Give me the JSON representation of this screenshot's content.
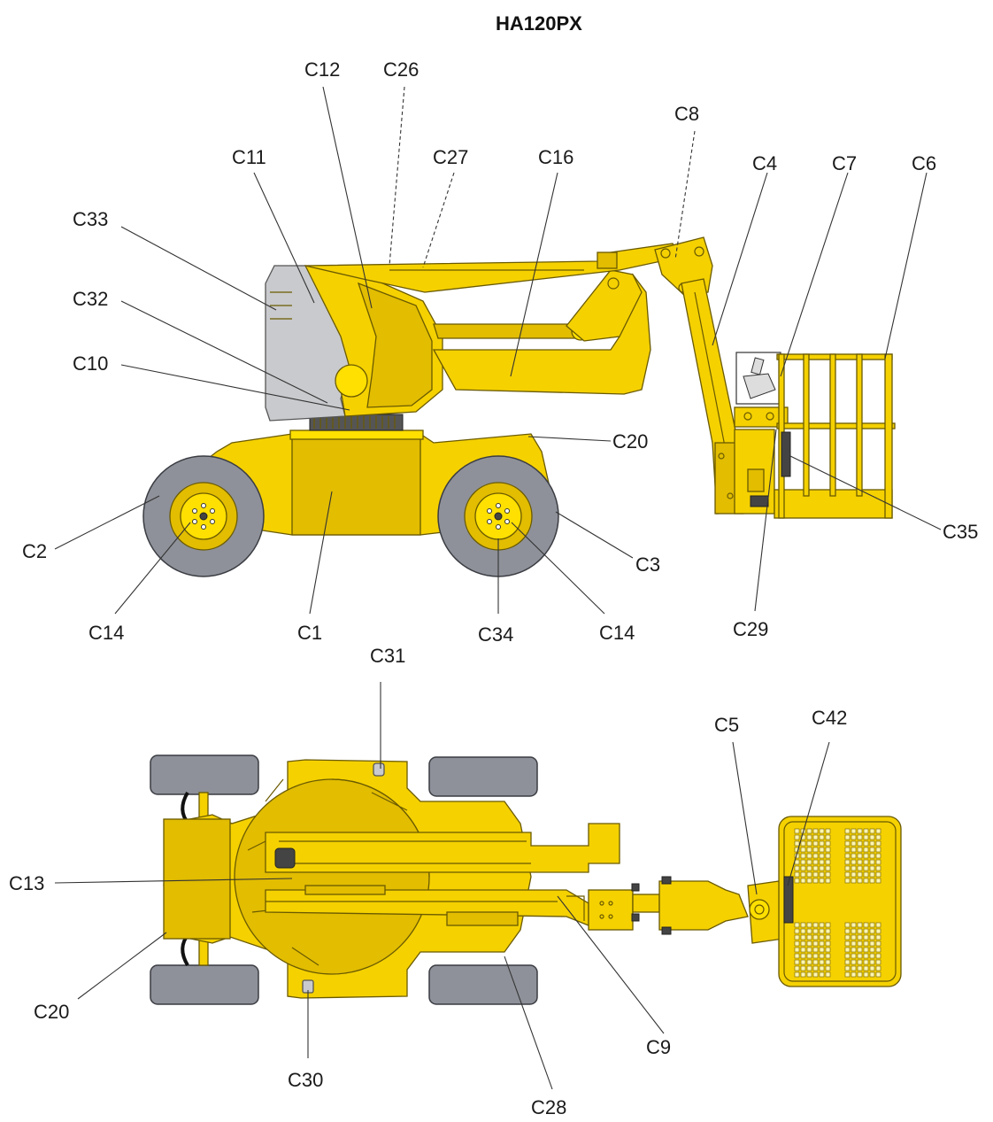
{
  "title": "HA120PX",
  "labels": [
    {
      "id": "C1",
      "text": "C1"
    },
    {
      "id": "C2",
      "text": "C2"
    },
    {
      "id": "C3",
      "text": "C3"
    },
    {
      "id": "C4",
      "text": "C4"
    },
    {
      "id": "C5",
      "text": "C5"
    },
    {
      "id": "C6",
      "text": "C6"
    },
    {
      "id": "C7",
      "text": "C7"
    },
    {
      "id": "C8",
      "text": "C8"
    },
    {
      "id": "C9",
      "text": "C9"
    },
    {
      "id": "C10",
      "text": "C10"
    },
    {
      "id": "C11",
      "text": "C11"
    },
    {
      "id": "C12",
      "text": "C12"
    },
    {
      "id": "C13",
      "text": "C13"
    },
    {
      "id": "C14a",
      "text": "C14"
    },
    {
      "id": "C14b",
      "text": "C14"
    },
    {
      "id": "C16",
      "text": "C16"
    },
    {
      "id": "C20a",
      "text": "C20"
    },
    {
      "id": "C20b",
      "text": "C20"
    },
    {
      "id": "C26",
      "text": "C26"
    },
    {
      "id": "C27",
      "text": "C27"
    },
    {
      "id": "C28",
      "text": "C28"
    },
    {
      "id": "C29",
      "text": "C29"
    },
    {
      "id": "C30",
      "text": "C30"
    },
    {
      "id": "C31",
      "text": "C31"
    },
    {
      "id": "C32",
      "text": "C32"
    },
    {
      "id": "C33",
      "text": "C33"
    },
    {
      "id": "C34",
      "text": "C34"
    },
    {
      "id": "C35",
      "text": "C35"
    },
    {
      "id": "C42",
      "text": "C42"
    }
  ],
  "colors": {
    "machine_yellow": "#f5d100",
    "tire_grey": "#8e9199",
    "cover_grey": "#c9cacd"
  }
}
